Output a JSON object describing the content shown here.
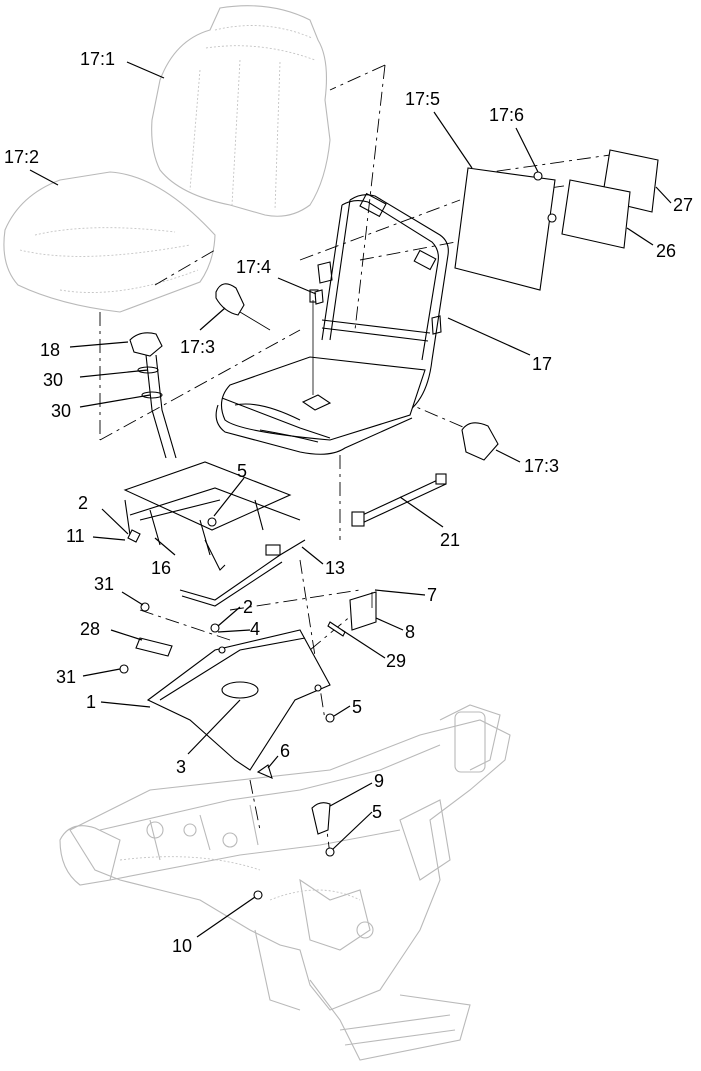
{
  "callouts": [
    "17:1",
    "17:2",
    "17:5",
    "17:6",
    "27",
    "26",
    "17:4",
    "17",
    "18",
    "17:3",
    "30",
    "30",
    "17:3",
    "5",
    "2",
    "11",
    "16",
    "13",
    "21",
    "31",
    "7",
    "2",
    "4",
    "8",
    "28",
    "29",
    "31",
    "1",
    "5",
    "3",
    "6",
    "9",
    "5",
    "10"
  ],
  "colors": {
    "ink": "#000000",
    "ghost": "#b9b9b9",
    "background": "#ffffff"
  }
}
